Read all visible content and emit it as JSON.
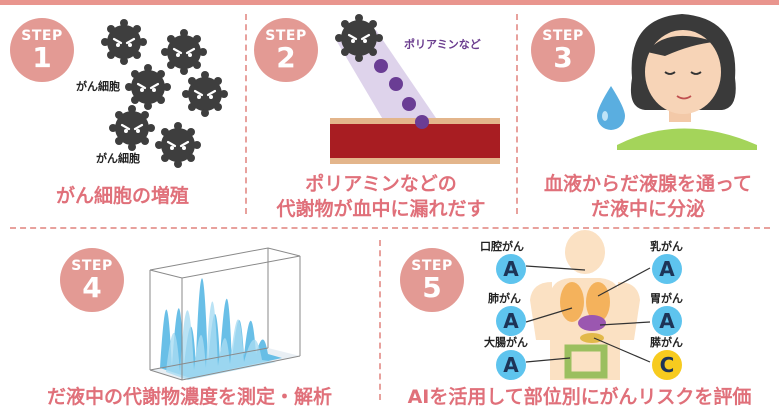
{
  "colors": {
    "badge": "#e39a94",
    "caption": "#e0707a",
    "separator": "#e8a19d",
    "risk_a": "#5ec4ee",
    "risk_c": "#f7cb1f"
  },
  "steps": [
    {
      "label": "STEP",
      "number": "1",
      "caption_lines": [
        "がん細胞の増殖"
      ],
      "cell_labels": [
        "がん細胞",
        "がん細胞"
      ]
    },
    {
      "label": "STEP",
      "number": "2",
      "caption_lines": [
        "ポリアミンなどの",
        "代謝物が血中に漏れだす"
      ],
      "annotation": "ポリアミンなど"
    },
    {
      "label": "STEP",
      "number": "3",
      "caption_lines": [
        "血液からだ液腺を通って",
        "だ液中に分泌"
      ]
    },
    {
      "label": "STEP",
      "number": "4",
      "caption_lines": [
        "だ液中の代謝物濃度を測定・解析"
      ]
    },
    {
      "label": "STEP",
      "number": "5",
      "caption_lines": [
        "AIを活用して部位別にがんリスクを評価"
      ],
      "organs": [
        {
          "name": "口腔がん",
          "grade": "A"
        },
        {
          "name": "乳がん",
          "grade": "A"
        },
        {
          "name": "肺がん",
          "grade": "A"
        },
        {
          "name": "胃がん",
          "grade": "A"
        },
        {
          "name": "大腸がん",
          "grade": "A"
        },
        {
          "name": "膵がん",
          "grade": "C"
        }
      ]
    }
  ],
  "icons": {
    "cancer_cell": "cancer-cell-icon",
    "blood_vessel": "blood-vessel-icon",
    "person": "person-icon",
    "saliva_drop": "saliva-drop-icon",
    "chart_3d": "3d-spectrum-chart",
    "body_organs": "body-organs-icon"
  }
}
